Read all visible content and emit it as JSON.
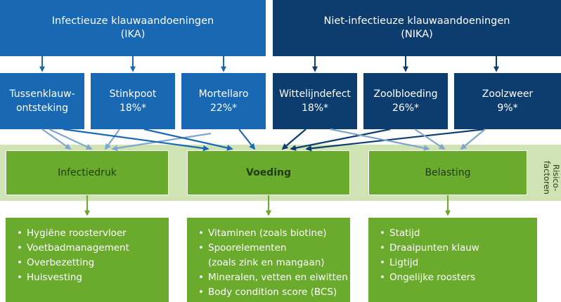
{
  "top": {
    "ika": {
      "title": "Infectieuze klauwaandoeningen",
      "abbr": "(IKA)"
    },
    "nika": {
      "title": "Niet-infectieuze klauwaandoeningen",
      "abbr": "(NIKA)"
    }
  },
  "conditions": [
    {
      "line1": "Tussenklauw-",
      "line2": "ontsteking"
    },
    {
      "line1": "Stinkpoot",
      "line2": "18%*"
    },
    {
      "line1": "Mortellaro",
      "line2": "22%*"
    },
    {
      "line1": "Wittelijndefect",
      "line2": "18%*"
    },
    {
      "line1": "Zoolbloeding",
      "line2": "26%*"
    },
    {
      "line1": "Zoolzweer",
      "line2": "9%*"
    }
  ],
  "risk_factors": {
    "label_line1": "Risico-",
    "label_line2": "factoren",
    "items": [
      "Infectiedruk",
      "Voeding",
      "Belasting"
    ]
  },
  "lists": {
    "infectiedruk": [
      "Hygiëne roostervloer",
      "Voetbadmanagement",
      "Overbezetting",
      "Huisvesting"
    ],
    "voeding": [
      "Vitaminen (zoals biotine)",
      "Spoorelementen",
      "(zoals zink en mangaan)",
      "Mineralen, vetten en eiwitten",
      "Body condition score (BCS)"
    ],
    "belasting": [
      "Statijd",
      "Draaipunten klauw",
      "Ligtijd",
      "Ongelijke roosters"
    ]
  },
  "colors": {
    "ika": "#1868b4",
    "nika": "#0d3d6e",
    "green": "#6aaa2c",
    "band": "#cfe3b4"
  }
}
